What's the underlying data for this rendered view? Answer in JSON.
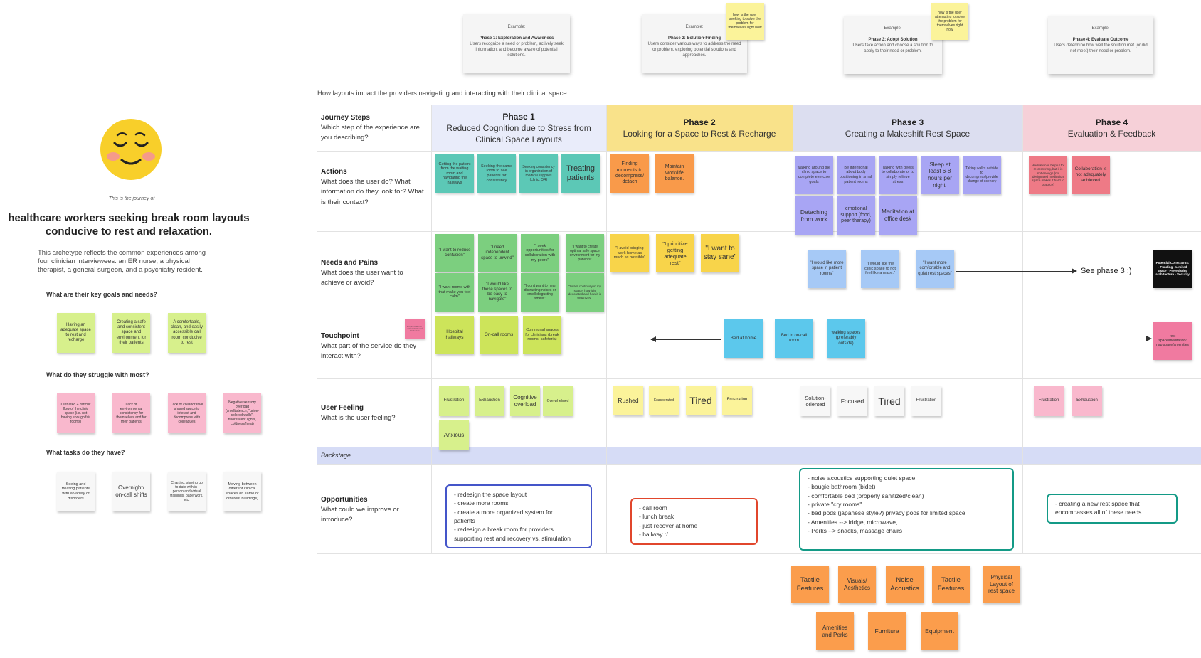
{
  "persona": {
    "intro": "This is the journey of",
    "title": "healthcare workers seeking break room layouts conducive to rest and relaxation.",
    "description": "This archetype reflects the common experiences among four clinician interviewees: an ER nurse, a physical therapist, a general surgeon, and a psychiatry resident.",
    "goals_heading": "What are their key goals and needs?",
    "goals": [
      "Having an adequate space to rest and recharge",
      "Creating a safe and consistent space and environment for their patients",
      "A comfortable, clean, and easily accessible call room conducive to rest"
    ],
    "struggles_heading": "What do they struggle with most?",
    "struggles": [
      "Outdated + difficult flow of the clinic space (i.e. not having enough/fair rooms)",
      "Lack of environmental consistency for themselves and for their patients",
      "Lack of collaborative shared space to interact and decompress with colleagues",
      "Negative sensory overload (smell/stench, \"urine-colored walls\", fluorescent lights, coldness/heat)"
    ],
    "tasks_heading": "What tasks do they have?",
    "tasks": [
      "Seeing and treating patients with a variety of disorders",
      "Overnight/ on-call shifts",
      "Charting, staying up to date with in-person and virtual trainings, paperwork, etc.",
      "Moving between different clinical spaces (in same or different buildings)"
    ]
  },
  "examples": [
    {
      "label": "Example:",
      "phase": "Phase 1: Exploration and Awareness",
      "desc": "Users recognize a need or problem, actively seek information, and become aware of potential solutions."
    },
    {
      "label": "Example:",
      "phase": "Phase 2: Solution-Finding",
      "desc": "Users consider various ways to address the need or problem, exploring potential solutions and approaches."
    },
    {
      "label": "Example:",
      "phase": "Phase 3: Adopt Solution",
      "desc": "Users take action and choose a solution to apply to their need or problem."
    },
    {
      "label": "Example:",
      "phase": "Phase 4: Evaluate Outcome",
      "desc": "Users determine how well the solution met (or did not meet) their need or problem."
    }
  ],
  "example_notes": [
    "how is the user seeking to solve the problem for themselves right now",
    "how is the user attempting to solve the problem for themselves right now"
  ],
  "map_title": "How layouts impact the providers navigating and interacting with their clinical space",
  "rows": {
    "journey": {
      "title": "Journey Steps",
      "desc": "Which step of the experience are you describing?"
    },
    "actions": {
      "title": "Actions",
      "desc": "What does the user do? What information do they look for? What is their context?"
    },
    "needs": {
      "title": "Needs and Pains",
      "desc": "What does the user want to achieve or avoid?"
    },
    "touchpoint": {
      "title": "Touchpoint",
      "desc": "What part of the service do they interact with?"
    },
    "feeling": {
      "title": "User Feeling",
      "desc": "What is the user feeling?"
    },
    "backstage": {
      "title": "Backstage"
    },
    "opportunities": {
      "title": "Opportunities",
      "desc": "What could we improve or introduce?"
    }
  },
  "phases": [
    {
      "name": "Phase 1",
      "subtitle": "Reduced Cognition due to Stress from Clinical Space Layouts",
      "color": "#e9ecfa"
    },
    {
      "name": "Phase 2",
      "subtitle": "Looking for a Space to Rest & Recharge",
      "color": "#f9e28a"
    },
    {
      "name": "Phase 3",
      "subtitle": "Creating a Makeshift Rest Space",
      "color": "#dcdef0"
    },
    {
      "name": "Phase 4",
      "subtitle": "Evaluation & Feedback",
      "color": "#f6d0d8"
    }
  ],
  "actions": {
    "p1": [
      "Getting the patient from the waiting room and navigating the hallways",
      "Seeking the same room to see patients for consistency",
      "Seeking consistency in organization of medical supplies (clinic, OR)",
      "Treating patients"
    ],
    "p2": [
      "Finding moments to decompress/ detach",
      "Maintain work/life balance."
    ],
    "p3": [
      "walking around the clinic space to complete exercise goals",
      "Be intentional about body positioning in small patient rooms",
      "Talking with peers to collaborate or to simply relieve stress",
      "Sleep at least 6-8 hours per night.",
      "Taking walks outside to decompress/provide change of scenery",
      "Detaching from work",
      "emotional support (food, peer therapy)",
      "Meditation at office desk"
    ],
    "p4": [
      "Meditation is helpful for re-centering, but it is not enough (no designated meditation space makes it hard to practice)",
      "Collaboration is not adequately achieved"
    ]
  },
  "needs": {
    "p1": [
      "\"I want to reduce confusion\"",
      "\"I need independent space to unwind\"",
      "\"I seek opportunities for collaboration with my peers\"",
      "\"I want to create optimal safe space environment for my patients\"",
      "\"I want rooms with that make you feel calm\"",
      "\"I would like these spaces to be easy to navigate\"",
      "\"I don't want to hear distracting noises or smell disgusting smells\"",
      "\"I want continuity in my space: how it is decorated and how it is organized\""
    ],
    "p2": [
      "\"I avoid bringing work home as much as possible\"",
      "\"I prioritize getting adequate rest\"",
      "\"I want to stay sane\""
    ],
    "p3": [
      "\"I would like more space in patient rooms\"",
      "\"I would like the clinic space to not feel like a maze.\"",
      "\"I want more comfortable and quiet rest spaces\""
    ],
    "see_phase": "See phase 3 :)",
    "constraints": "Potential Constraints: - Funding - Limited space - Pre-existing architecture - Security"
  },
  "touchpoint": {
    "small_note": "Hospital staff room, nurses' station and break areas",
    "p1": [
      "Hospital hallways",
      "On-call rooms",
      "Communal spaces for clinicians (break rooms, cafeteria)"
    ],
    "p3": [
      "Bed at home",
      "Bed in on-call room",
      "walking spaces (preferably outside)"
    ],
    "p4": [
      "rest space/meditation/ nap space/amenities"
    ]
  },
  "feelings": {
    "p1": [
      "Frustration",
      "Exhaustion",
      "Cognitive overload",
      "Overwhelmed",
      "Anxious"
    ],
    "p2": [
      "Rushed",
      "Exasperated",
      "Tired",
      "Frustration"
    ],
    "p3": [
      "Solution-oriented",
      "Focused",
      "Tired",
      "Frustration"
    ],
    "p4": [
      "Frustration",
      "Exhaustion"
    ]
  },
  "opportunities": {
    "p1": [
      "- redesign the space layout",
      "- create more rooms",
      "- create a more organized system for",
      "patients",
      "- redesign a break room for providers",
      "supporting rest and recovery vs. stimulation"
    ],
    "p2": [
      "- call room",
      "- lunch break",
      "- just recover at home",
      "- hallway :/"
    ],
    "p3": [
      "- noise acoustics supporting quiet space",
      "- bougie bathroom (bidet)",
      "- comfortable bed (properly sanitized/clean)",
      "- private \"cry rooms\"",
      "- bed pods (japanese style?) privacy pods for limited space",
      "- Amenities --> fridge, microwave,",
      "- Perks  --> snacks, massage chairs"
    ],
    "p4": [
      "- creating a new rest space that",
      "encompasses all of these needs"
    ]
  },
  "themes": [
    "Tactile Features",
    "Visuals/ Aesthetics",
    "Noise Acoustics",
    "Tactile Features",
    "Physical Layout of rest space",
    "Amenities and Perks",
    "Furniture",
    "Equipment"
  ]
}
